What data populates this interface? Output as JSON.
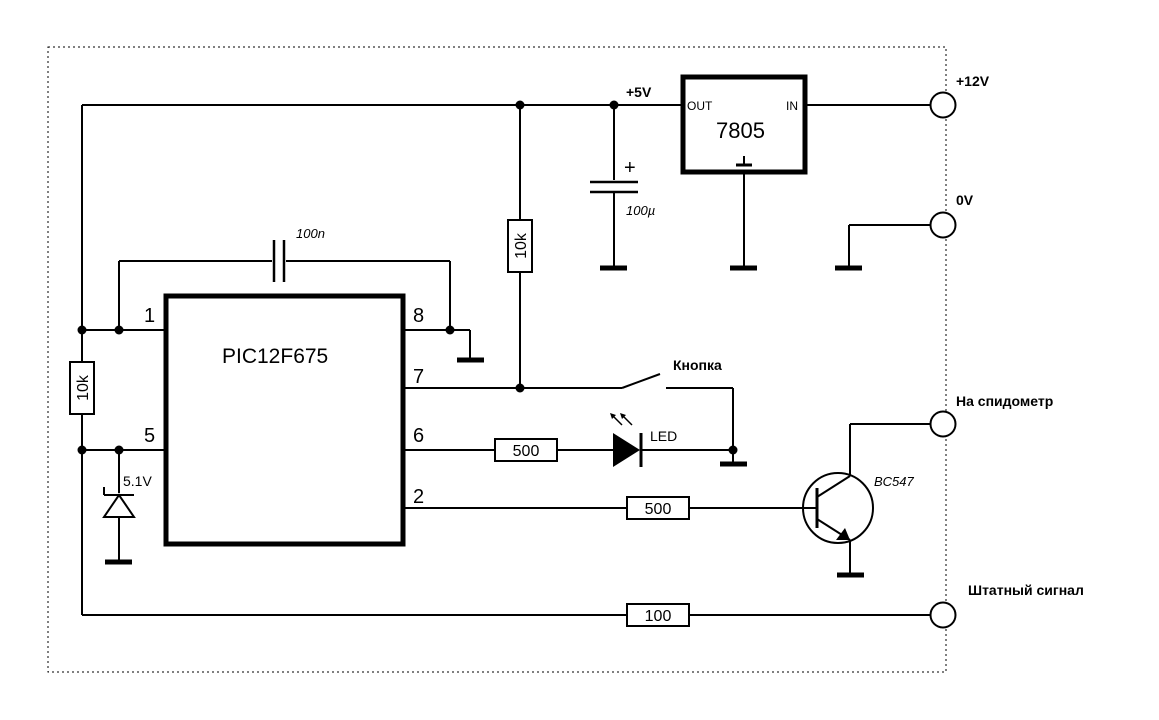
{
  "mcu": {
    "name": "PIC12F675",
    "pins": {
      "p1": "1",
      "p5": "5",
      "p8": "8",
      "p7": "7",
      "p6": "6",
      "p2": "2"
    }
  },
  "regulator": {
    "name": "7805",
    "out": "OUT",
    "in": "IN"
  },
  "rails": {
    "plus5": "+5V"
  },
  "terminals": {
    "plus12": "+12V",
    "zero": "0V",
    "speedo": "На спидометр",
    "signal": "Штатный сигнал"
  },
  "components": {
    "cap_top": "100n",
    "cap_elec_plus": "+",
    "cap_elec": "100µ",
    "r_pullup": "10k",
    "r_left": "10k",
    "zener": "5.1V",
    "button": "Кнопка",
    "r_led": "500",
    "led": "LED",
    "r_base": "500",
    "transistor": "BC547",
    "r_signal": "100"
  }
}
